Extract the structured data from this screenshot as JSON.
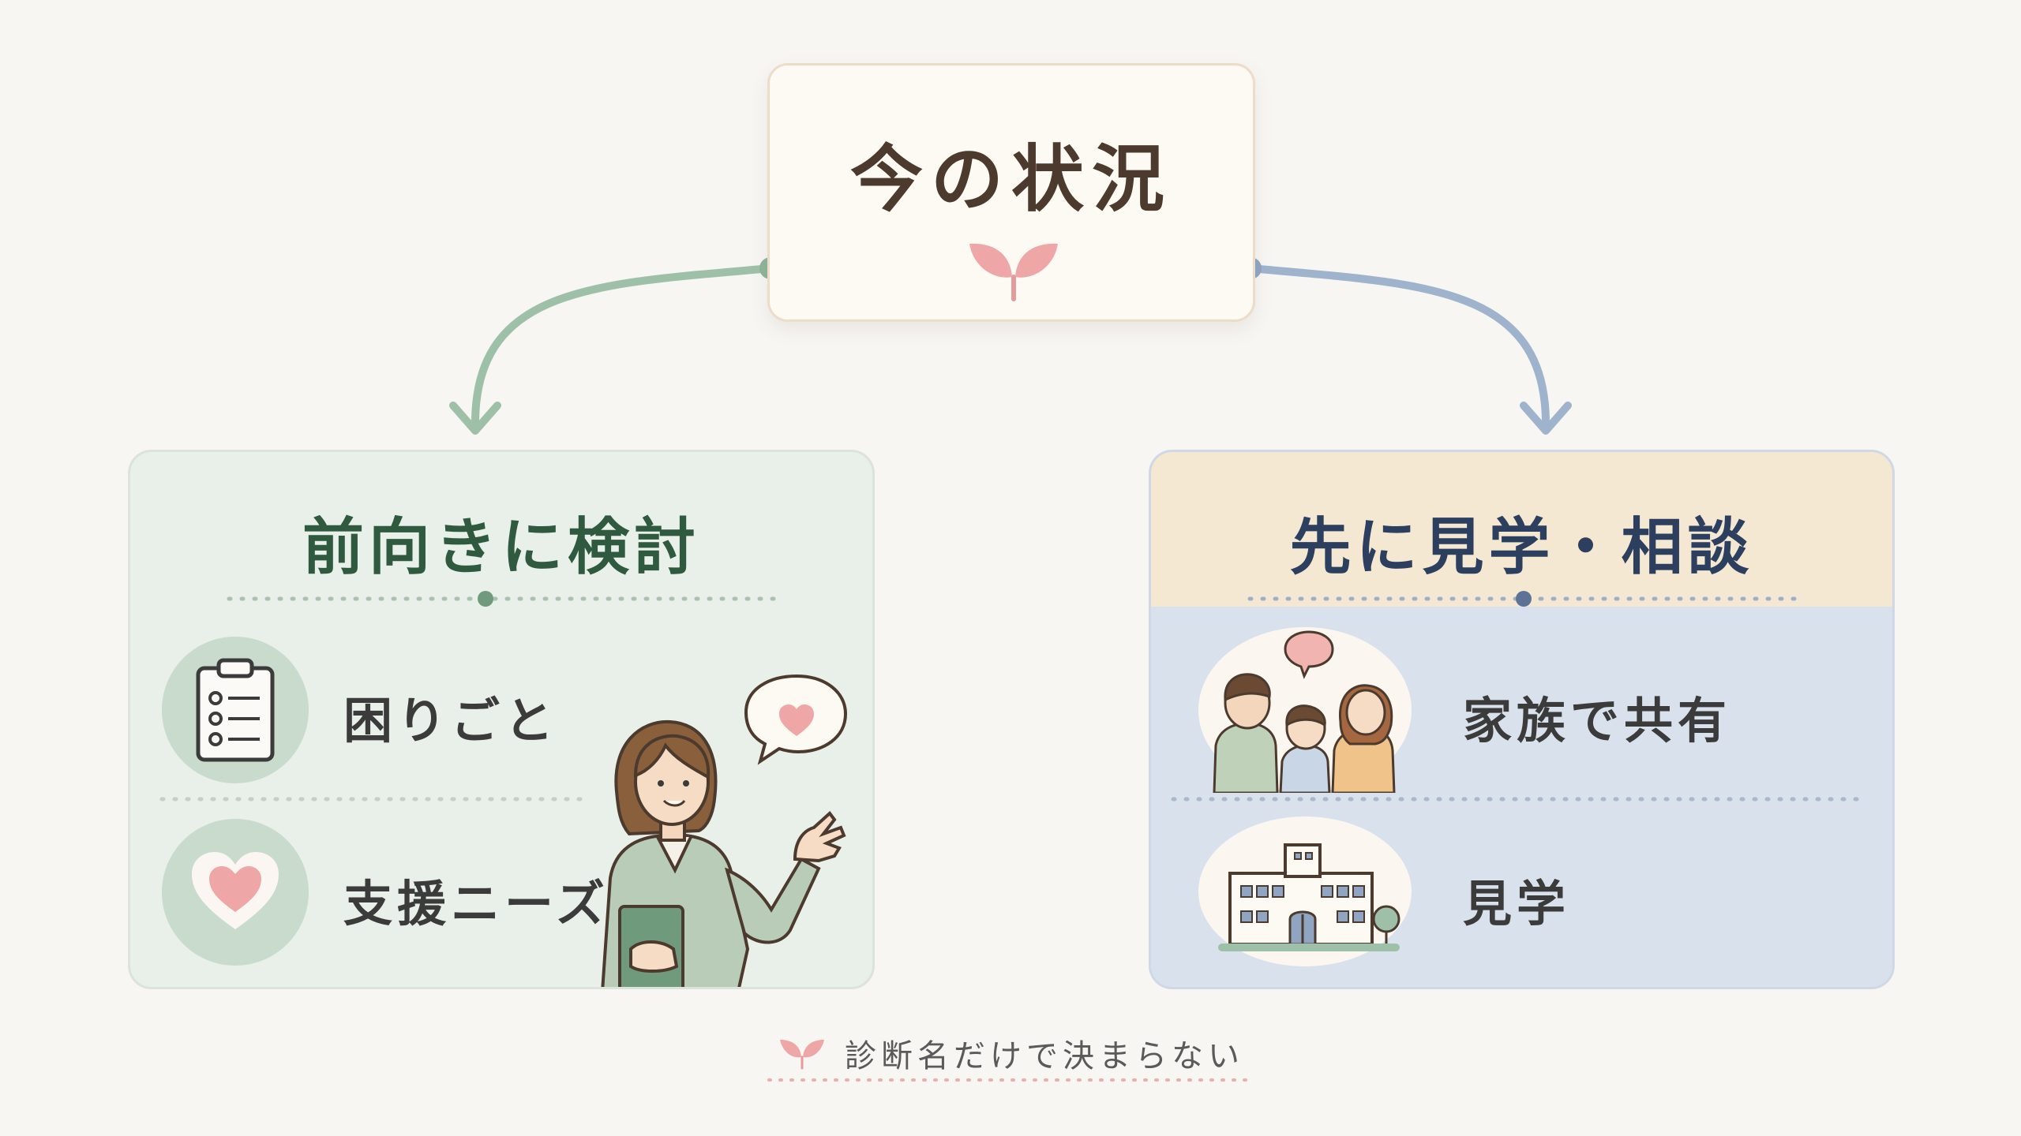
{
  "top": {
    "title": "今の状況",
    "icon": "sprout-icon"
  },
  "left": {
    "title": "前向きに検討",
    "items": [
      {
        "label": "困りごと",
        "icon": "clipboard-icon"
      },
      {
        "label": "支援ニーズ",
        "icon": "heart-icon"
      }
    ],
    "illustration": "teacher-illustration"
  },
  "right": {
    "title": "先に見学・相談",
    "items": [
      {
        "label": "家族で共有",
        "icon": "family-icon"
      },
      {
        "label": "見学",
        "icon": "school-building-icon"
      }
    ]
  },
  "footer": {
    "text": "診断名だけで決まらない",
    "icon": "sprout-icon"
  },
  "colors": {
    "background": "#f7f6f3",
    "left_panel": "#e9efe9",
    "right_panel": "#d8e1ec",
    "right_header": "#f5e8d3",
    "green_accent": "#8fb59a",
    "blue_accent": "#8fa5c2",
    "pink_accent": "#eea6a6"
  }
}
